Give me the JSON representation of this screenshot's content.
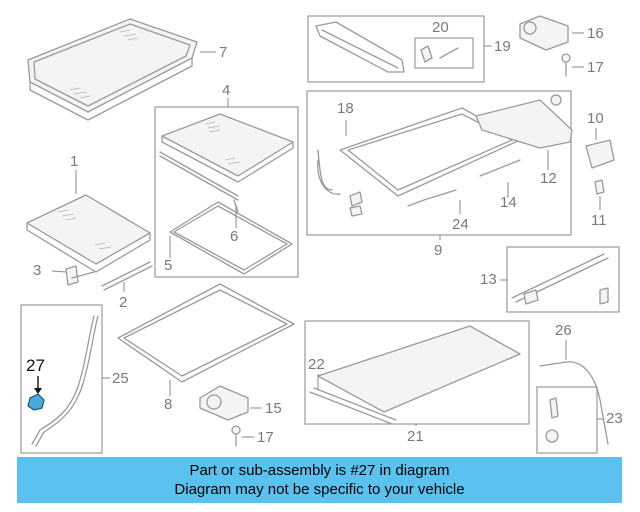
{
  "callouts": [
    {
      "id": "1",
      "label": "1"
    },
    {
      "id": "2",
      "label": "2"
    },
    {
      "id": "3",
      "label": "3"
    },
    {
      "id": "4",
      "label": "4"
    },
    {
      "id": "5",
      "label": "5"
    },
    {
      "id": "6",
      "label": "6"
    },
    {
      "id": "7",
      "label": "7"
    },
    {
      "id": "8",
      "label": "8"
    },
    {
      "id": "9",
      "label": "9"
    },
    {
      "id": "10",
      "label": "10"
    },
    {
      "id": "11",
      "label": "11"
    },
    {
      "id": "12",
      "label": "12"
    },
    {
      "id": "13",
      "label": "13"
    },
    {
      "id": "14",
      "label": "14"
    },
    {
      "id": "15",
      "label": "15"
    },
    {
      "id": "16",
      "label": "16"
    },
    {
      "id": "17a",
      "label": "17"
    },
    {
      "id": "17b",
      "label": "17"
    },
    {
      "id": "18",
      "label": "18"
    },
    {
      "id": "19",
      "label": "19"
    },
    {
      "id": "20",
      "label": "20"
    },
    {
      "id": "21",
      "label": "21"
    },
    {
      "id": "22",
      "label": "22"
    },
    {
      "id": "23",
      "label": "23"
    },
    {
      "id": "24",
      "label": "24"
    },
    {
      "id": "25",
      "label": "25"
    },
    {
      "id": "26",
      "label": "26"
    },
    {
      "id": "27",
      "label": "27"
    }
  ],
  "highlight": {
    "label": "27",
    "color": "#4aa9dc"
  },
  "banner": {
    "line1": "Part or sub-assembly is #27 in diagram",
    "line2": "Diagram may not be specific to your vehicle",
    "background": "#5bc1ee"
  }
}
